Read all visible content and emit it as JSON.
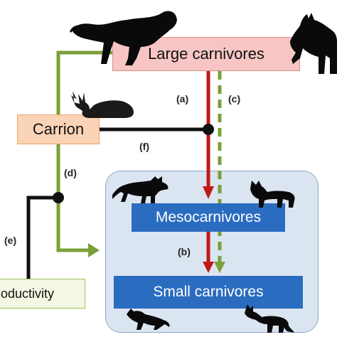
{
  "nodes": {
    "large": "Large carnivores",
    "carrion": "Carrion",
    "meso": "Mesocarnivores",
    "small": "Small carnivores",
    "productivity": "oductivity"
  },
  "labels": {
    "a": "(a)",
    "b": "(b)",
    "c": "(c)",
    "d": "(d)",
    "e": "(e)",
    "f": "(f)"
  },
  "colors": {
    "red_arrow": "#c01818",
    "green_arrow": "#7aa03a",
    "black_link": "#111111",
    "large_box_fill": "#f7c6c4",
    "carrion_box_fill": "#fbd3b6",
    "productivity_box_fill": "#f2f8e4",
    "blue_box": "#2a6cc0",
    "group_fill": "#dbe5f2"
  },
  "silhouettes": [
    "cougar-silhouette",
    "wolf-silhouette",
    "deer-carcass-silhouette",
    "coyote-silhouette",
    "bobcat-silhouette",
    "marten-silhouette",
    "fox-silhouette"
  ]
}
